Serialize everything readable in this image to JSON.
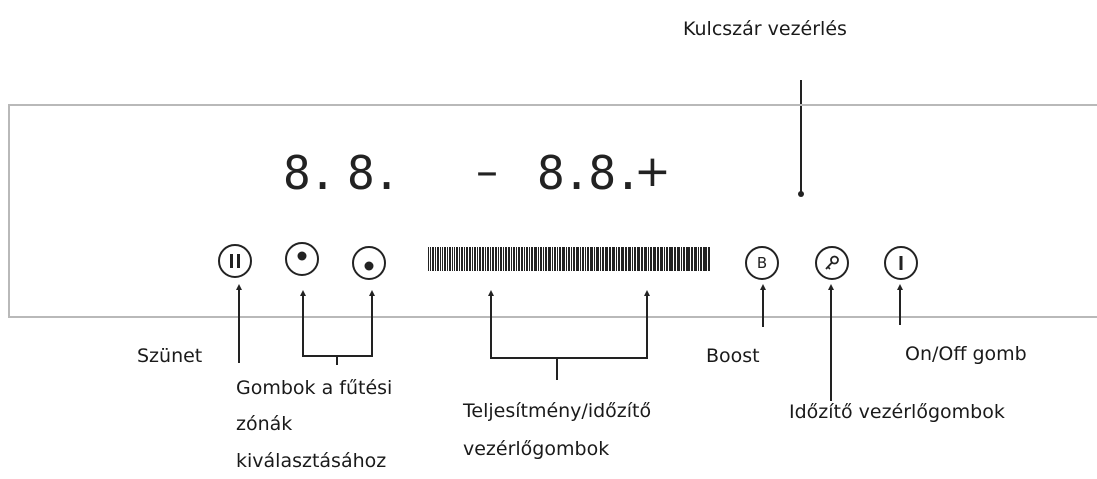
{
  "display": {
    "zone1_digit": "8.",
    "zone2_digit": "8.",
    "minus": "–",
    "timer_digits": "8.8.",
    "plus": "+"
  },
  "buttons": {
    "boost_letter": "B"
  },
  "labels": {
    "lock": "Kulcszár vezérlés",
    "pause": "Szünet",
    "zones_line1": "Gombok a fűtési",
    "zones_line2": "zónák",
    "zones_line3": "kiválasztásához",
    "power_line1": "Teljesítmény/időzítő",
    "power_line2": "vezérlőgombok",
    "boost": "Boost",
    "timer": "Időzítő vezérlőgombok",
    "onoff": "On/Off gomb"
  }
}
